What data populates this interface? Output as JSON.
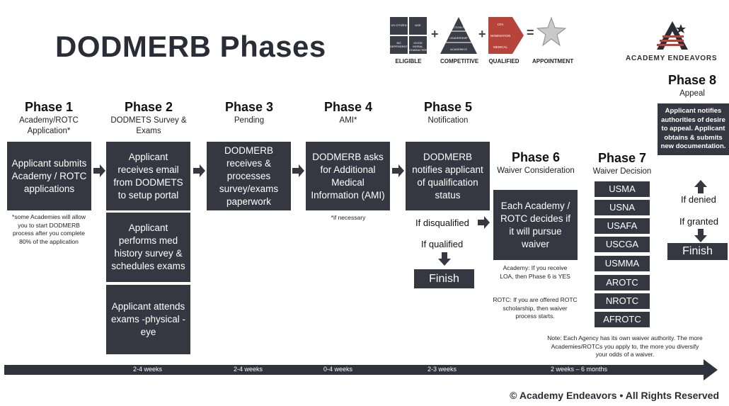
{
  "title": "DODMERB Phases",
  "brand": {
    "name": "ACADEMY ENDEAVORS"
  },
  "concept": {
    "eligible": {
      "label": "ELIGIBLE",
      "cells": [
        "US CITIZEN",
        "AGE",
        "NO DEPENDENTS",
        "GOOD MORAL CHARACTER"
      ]
    },
    "competitive": {
      "label": "COMPETITIVE",
      "tiers": [
        "SELECTION PANEL",
        "LEADERSHIP",
        "ACADEMICS"
      ]
    },
    "qualified": {
      "label": "QUALIFIED",
      "rows": [
        "CFA",
        "NOMINATION",
        "MEDICAL"
      ]
    },
    "appointment": {
      "label": "APPOINTMENT"
    },
    "plus1": "+",
    "plus2": "+",
    "equals": "="
  },
  "phases": [
    {
      "title": "Phase 1",
      "sub": "Academy/ROTC Application*"
    },
    {
      "title": "Phase 2",
      "sub": "DODMETS Survey & Exams"
    },
    {
      "title": "Phase 3",
      "sub": "Pending"
    },
    {
      "title": "Phase 4",
      "sub": "AMI*"
    },
    {
      "title": "Phase 5",
      "sub": "Notification"
    },
    {
      "title": "Phase 6",
      "sub": "Waiver Consideration"
    },
    {
      "title": "Phase 7",
      "sub": "Waiver Decision"
    },
    {
      "title": "Phase 8",
      "sub": "Appeal"
    }
  ],
  "boxes": {
    "p1": "Applicant submits Academy / ROTC applications",
    "p2a": "Applicant receives email from DODMETS to setup portal",
    "p2b": "Applicant performs med history survey & schedules exams",
    "p2c": "Applicant attends exams -physical -eye",
    "p3": "DODMERB receives & processes survey/exams paperwork",
    "p4": "DODMERB asks for Additional Medical Information (AMI)",
    "p5": "DODMERB notifies applicant of qualification status",
    "p6": "Each Academy / ROTC decides if it will pursue waiver",
    "p8": "Applicant notifies authorities of desire to appeal. Applicant obtains & submits new documentation.",
    "finish5": "Finish",
    "finish8": "Finish"
  },
  "agencies": [
    "USMA",
    "USNA",
    "USAFA",
    "USCGA",
    "USMMA",
    "AROTC",
    "NROTC",
    "AFROTC"
  ],
  "notes": {
    "p1": "*some Academies will allow you to start DODMERB process after you complete 80% of the application",
    "p4": "*if necessary",
    "p6a": "Academy: If you receive LOA, then Phase 6 is YES",
    "p6b": "ROTC: If you are offered ROTC scholarship, then waiver process starts.",
    "p7": "Note: Each Agency has its own waiver authority. The more Academies/ROTCs you apply to, the more you diversify your odds of a waiver."
  },
  "labels": {
    "if_disqualified": "If disqualified",
    "if_qualified": "If qualified",
    "if_denied": "If denied",
    "if_granted": "If granted"
  },
  "timeline": [
    "2-4 weeks",
    "2-4 weeks",
    "0-4 weeks",
    "2-3 weeks",
    "2 weeks – 6 months"
  ],
  "footer": "© Academy Endeavors • All Rights Reserved",
  "colors": {
    "box": "#353841",
    "timeline": "#2f333b",
    "accent_red": "#b7443a"
  }
}
